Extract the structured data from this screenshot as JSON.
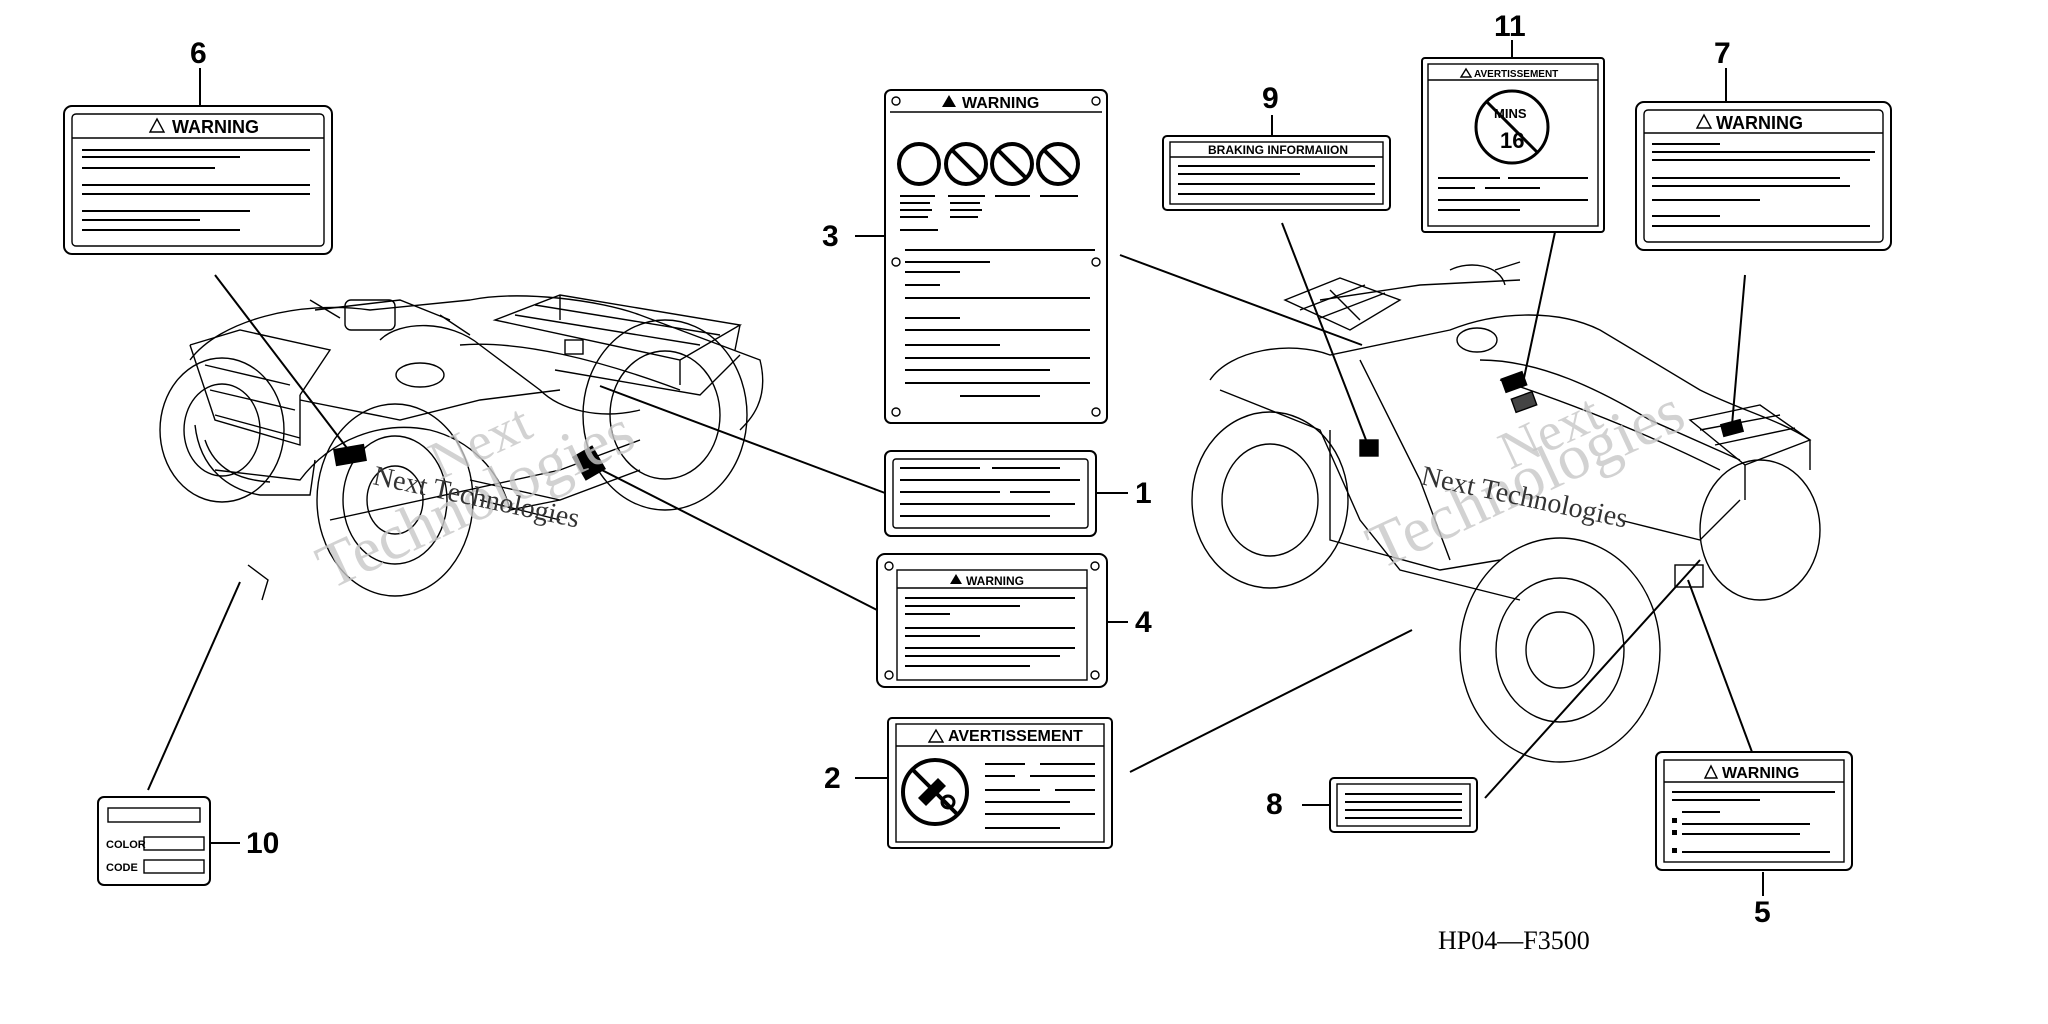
{
  "diagram_code": "HP04—F3500",
  "watermark": {
    "line1": "Next",
    "line2": "Technologies",
    "inline": "Next Technologies"
  },
  "labels": {
    "l1": {
      "number": "1"
    },
    "l2": {
      "number": "2",
      "title": "AVERTISSEMENT"
    },
    "l3": {
      "number": "3",
      "title": "WARNING"
    },
    "l4": {
      "number": "4",
      "title": "WARNING"
    },
    "l5": {
      "number": "5",
      "title": "WARNING"
    },
    "l6": {
      "number": "6",
      "title": "WARNING"
    },
    "l7": {
      "number": "7",
      "title": "WARNING"
    },
    "l8": {
      "number": "8"
    },
    "l9": {
      "number": "9",
      "title": "BRAKING INFORMAIION"
    },
    "l10": {
      "number": "10",
      "color_label": "COLOR",
      "code_label": "CODE"
    },
    "l11": {
      "number": "11",
      "title": "AVERTISSEMENT",
      "sign_top": "MINS",
      "sign_num": "16"
    }
  },
  "icons": {
    "warning": "warning-triangle-icon",
    "prohibit": "prohibition-circle-icon"
  }
}
